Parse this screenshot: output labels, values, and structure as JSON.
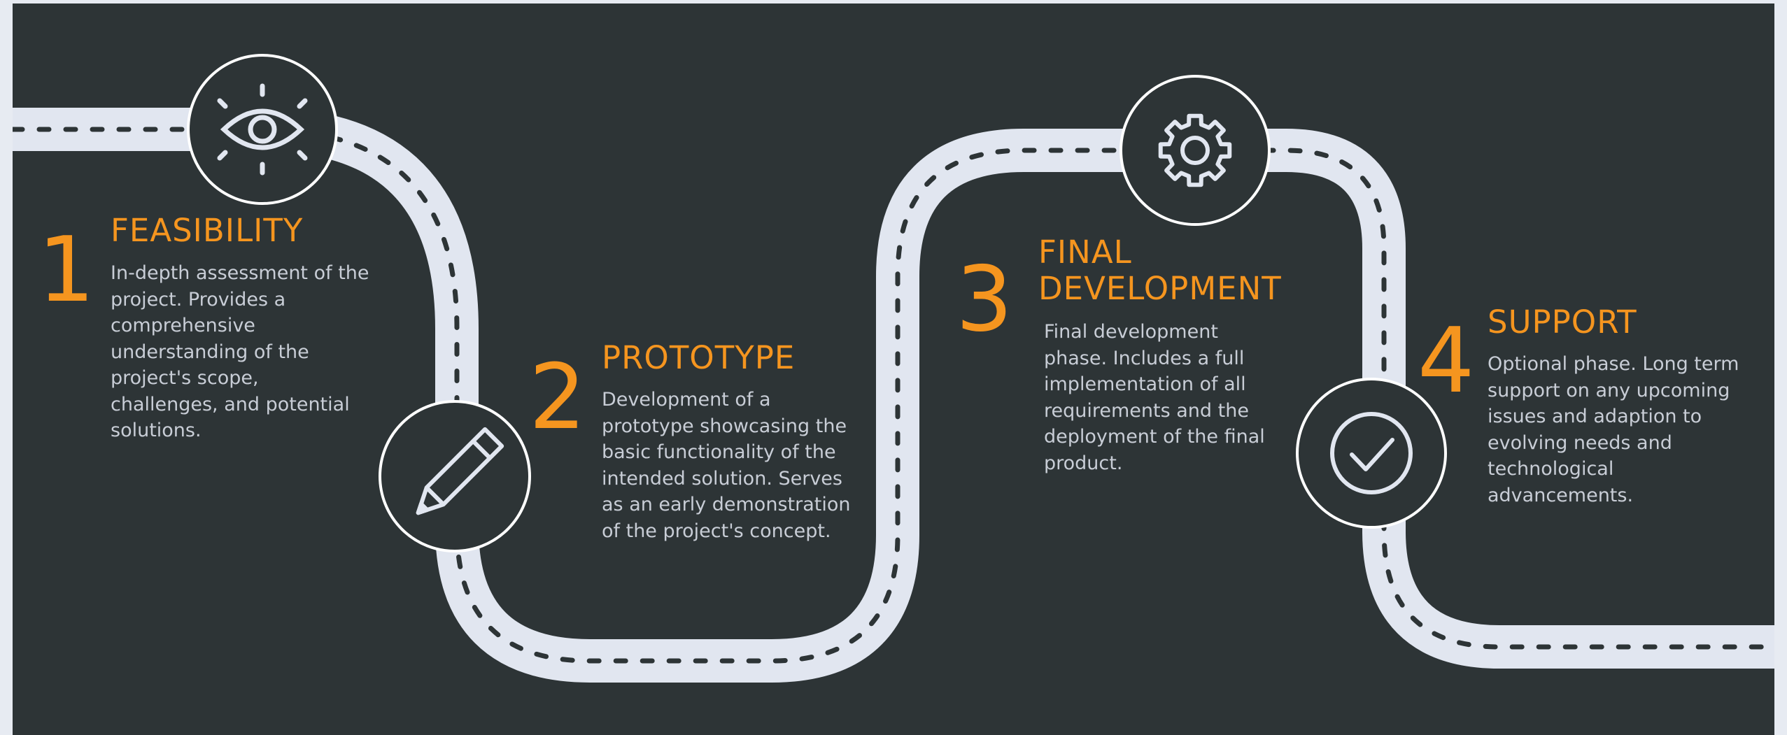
{
  "colors": {
    "background": "#2d3436",
    "road": "#e1e6f0",
    "dashes": "#2d3436",
    "accent": "#f5951f",
    "text": "#c8cdd6",
    "icon": "#e1e6f0"
  },
  "stages": [
    {
      "number": "1",
      "title": "FEASIBILITY",
      "description": "In-depth assessment of the project. Provides a comprehensive understanding of the project's scope, challenges, and potential solutions.",
      "icon": "eye-icon"
    },
    {
      "number": "2",
      "title": "PROTOTYPE",
      "description": "Development of a prototype showcasing the basic functionality of the intended solution. Serves as an early demonstration of the project's concept.",
      "icon": "pencil-icon"
    },
    {
      "number": "3",
      "title": "FINAL DEVELOPMENT",
      "description": "Final development phase. Includes a full implementation of all requirements and the deployment of the final product.",
      "icon": "gear-icon"
    },
    {
      "number": "4",
      "title": "SUPPORT",
      "description": "Optional phase. Long term support on any upcoming issues and adaption to evolving needs and technological advancements.",
      "icon": "checkmark-icon"
    }
  ]
}
